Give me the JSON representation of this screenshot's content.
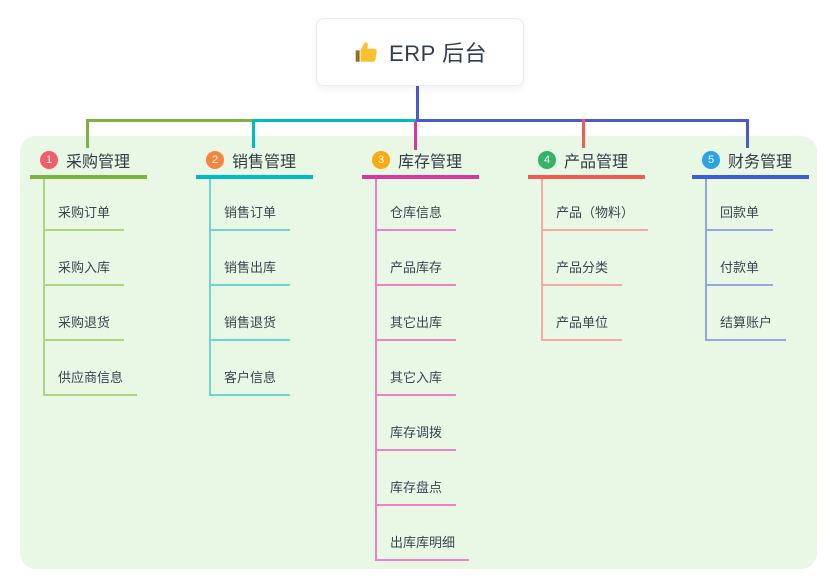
{
  "root": {
    "title": "ERP 后台",
    "icon": "thumbs-up-icon",
    "accent_color": "#4a5ac9"
  },
  "panel": {
    "background": "#e9f7e5"
  },
  "connector_colors": {
    "root_line": "#4a5ac9",
    "purchase_drop": "#7cb342",
    "sales_drop": "#00bcc2",
    "inventory_drop": "#d6399e",
    "product_drop": "#f25b55",
    "finance_drop": "#4a5ac9"
  },
  "branches": [
    {
      "index": "1",
      "title": "采购管理",
      "badge_color": "#f25e68",
      "line_color": "#7cb342",
      "item_line_color": "#aed581",
      "items": [
        "采购订单",
        "采购入库",
        "采购退货",
        "供应商信息"
      ]
    },
    {
      "index": "2",
      "title": "销售管理",
      "badge_color": "#f8853e",
      "line_color": "#00bcc2",
      "item_line_color": "#6fd5d2",
      "items": [
        "销售订单",
        "销售出库",
        "销售退货",
        "客户信息"
      ]
    },
    {
      "index": "3",
      "title": "库存管理",
      "badge_color": "#fbab11",
      "line_color": "#d6399e",
      "item_line_color": "#ef82c4",
      "items": [
        "仓库信息",
        "产品库存",
        "其它出库",
        "其它入库",
        "库存调拨",
        "库存盘点",
        "出库库明细"
      ]
    },
    {
      "index": "4",
      "title": "产品管理",
      "badge_color": "#36b368",
      "line_color": "#f25b55",
      "item_line_color": "#f9a8a4",
      "items": [
        "产品（物料）",
        "产品分类",
        "产品单位"
      ]
    },
    {
      "index": "5",
      "title": "财务管理",
      "badge_color": "#29a3e8",
      "line_color": "#3d5cd7",
      "item_line_color": "#94a7e0",
      "items": [
        "回款单",
        "付款单",
        "结算账户"
      ]
    }
  ]
}
